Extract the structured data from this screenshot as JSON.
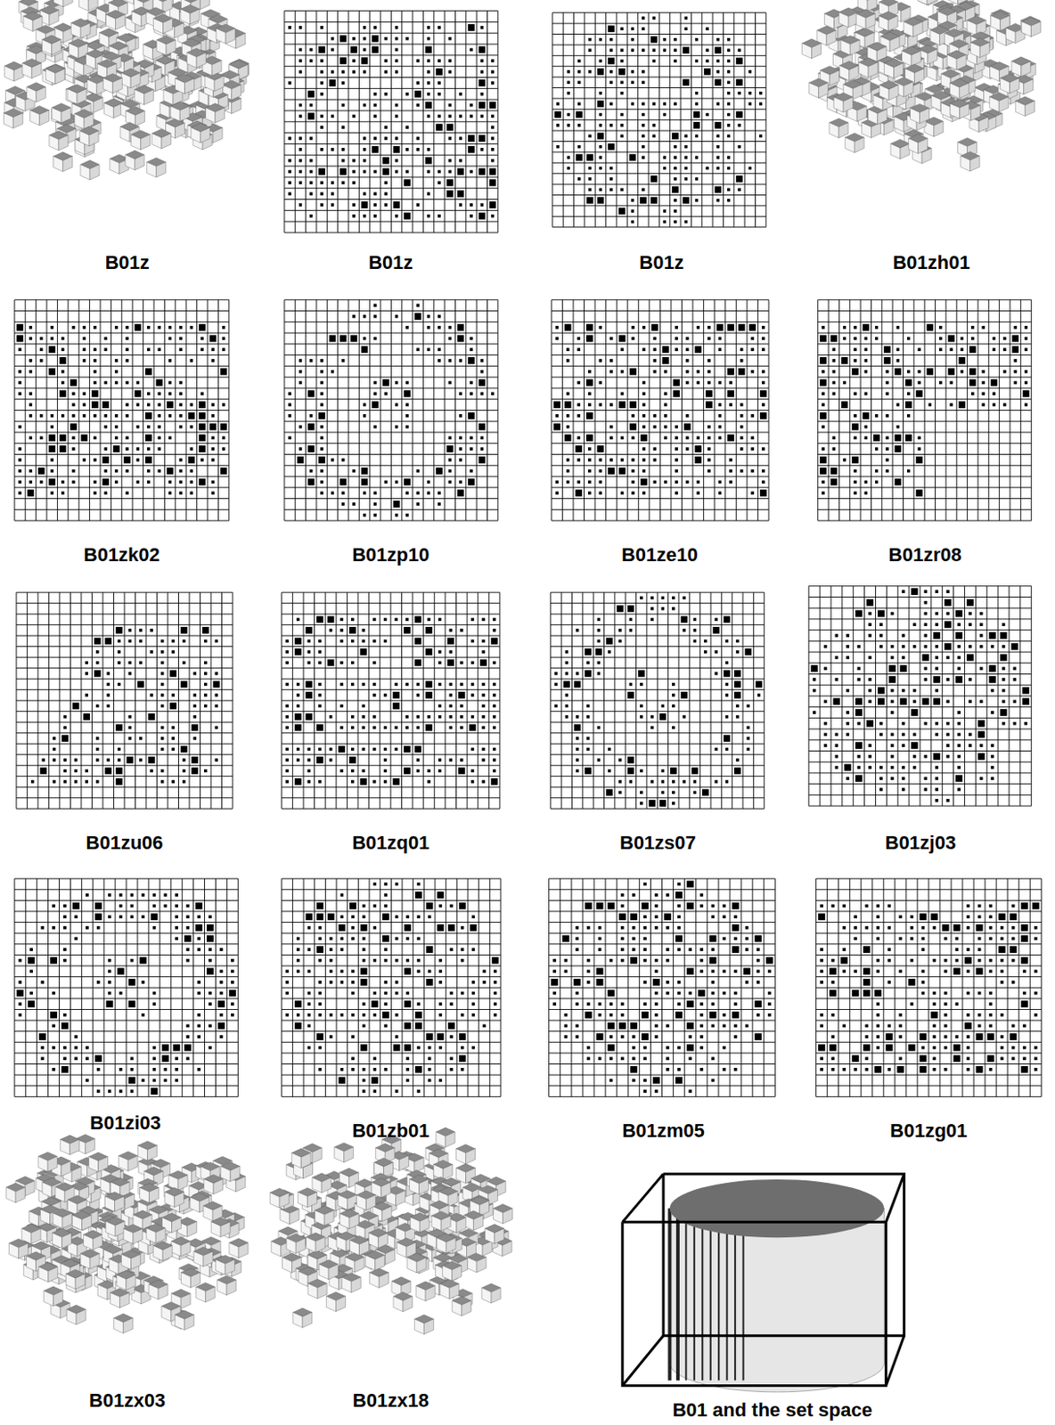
{
  "diagram": {
    "labels": [
      "B01z",
      "B01z",
      "B01z",
      "B01zh01",
      "B01zk02",
      "B01zp10",
      "B01ze10",
      "B01zr08",
      "B01zu06",
      "B01zq01",
      "B01zs07",
      "B01zj03",
      "B01zi03",
      "B01zb01",
      "B01zm05",
      "B01zg01",
      "B01zx03",
      "B01zx18",
      "B01 and the set space"
    ]
  }
}
